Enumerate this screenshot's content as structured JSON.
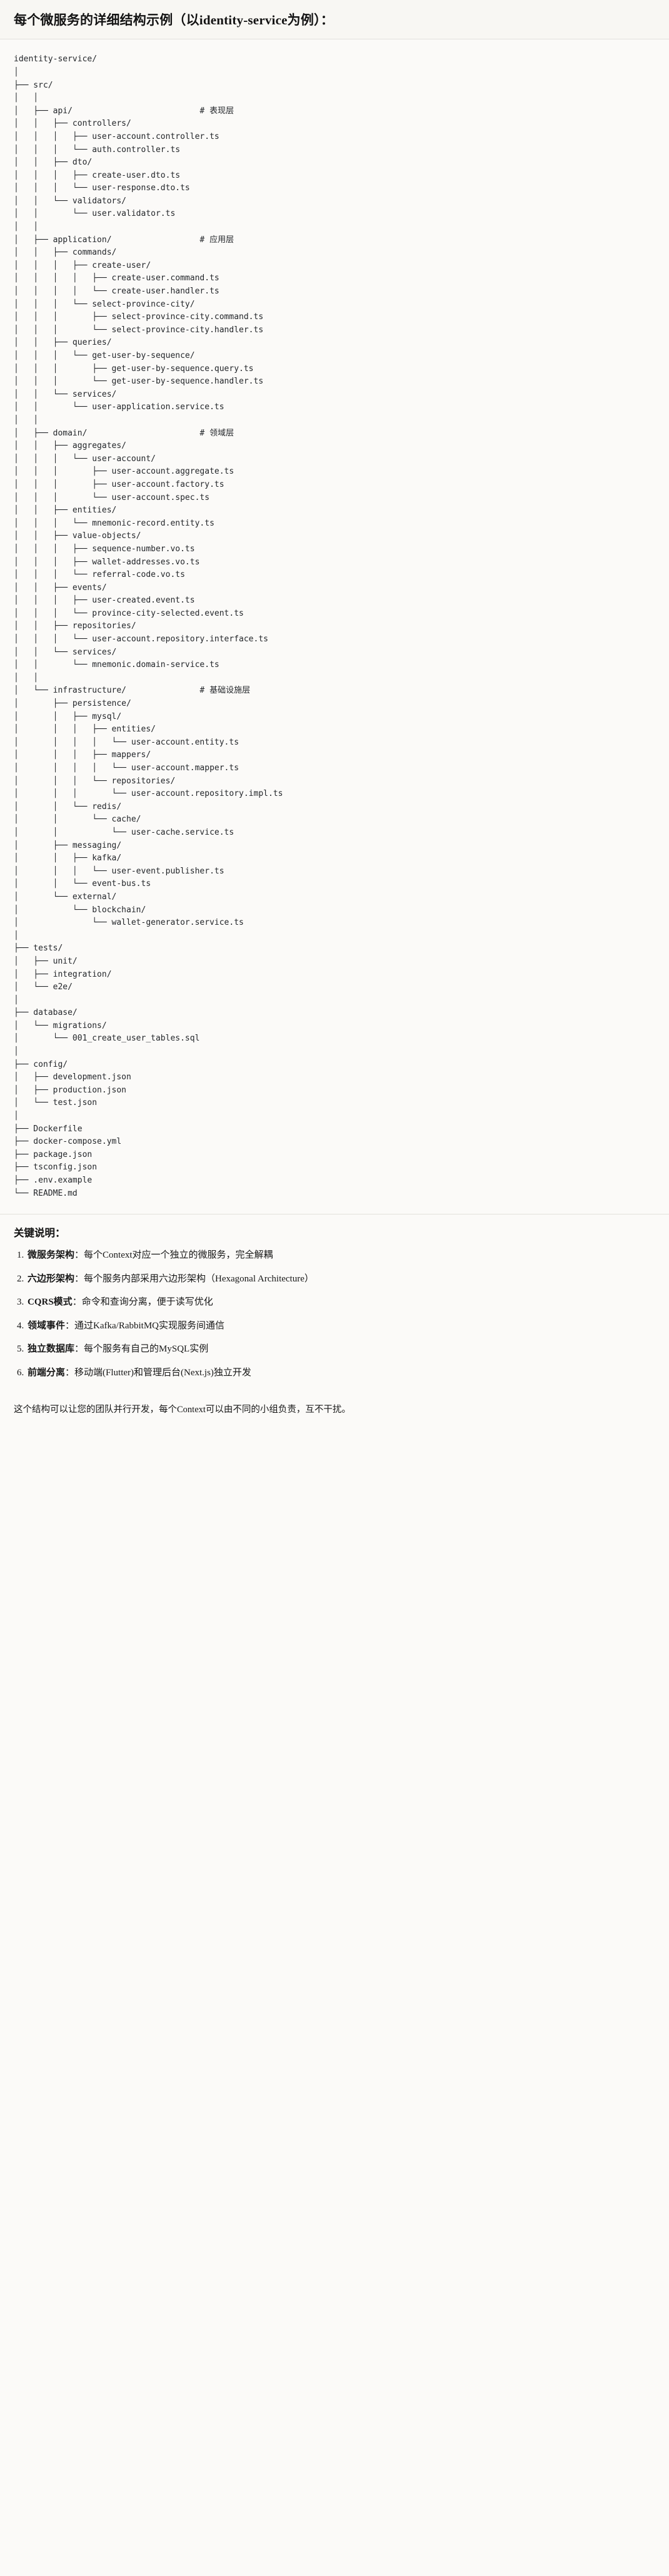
{
  "header": {
    "title": "每个微服务的详细结构示例（以identity-service为例）："
  },
  "tree": {
    "root_label": "identity-service/",
    "comments": {
      "api": "# 表现层",
      "application": "# 应用层",
      "domain": "# 领域层",
      "infrastructure": "# 基础设施层"
    },
    "text": "identity-service/\n│\n├── src/\n│   │\n│   ├── api/                          # 表现层\n│   │   ├── controllers/\n│   │   │   ├── user-account.controller.ts\n│   │   │   └── auth.controller.ts\n│   │   ├── dto/\n│   │   │   ├── create-user.dto.ts\n│   │   │   └── user-response.dto.ts\n│   │   └── validators/\n│   │       └── user.validator.ts\n│   │\n│   ├── application/                  # 应用层\n│   │   ├── commands/\n│   │   │   ├── create-user/\n│   │   │   │   ├── create-user.command.ts\n│   │   │   │   └── create-user.handler.ts\n│   │   │   └── select-province-city/\n│   │   │       ├── select-province-city.command.ts\n│   │   │       └── select-province-city.handler.ts\n│   │   ├── queries/\n│   │   │   └── get-user-by-sequence/\n│   │   │       ├── get-user-by-sequence.query.ts\n│   │   │       └── get-user-by-sequence.handler.ts\n│   │   └── services/\n│   │       └── user-application.service.ts\n│   │\n│   ├── domain/                       # 领域层\n│   │   ├── aggregates/\n│   │   │   └── user-account/\n│   │   │       ├── user-account.aggregate.ts\n│   │   │       ├── user-account.factory.ts\n│   │   │       └── user-account.spec.ts\n│   │   ├── entities/\n│   │   │   └── mnemonic-record.entity.ts\n│   │   ├── value-objects/\n│   │   │   ├── sequence-number.vo.ts\n│   │   │   ├── wallet-addresses.vo.ts\n│   │   │   └── referral-code.vo.ts\n│   │   ├── events/\n│   │   │   ├── user-created.event.ts\n│   │   │   └── province-city-selected.event.ts\n│   │   ├── repositories/\n│   │   │   └── user-account.repository.interface.ts\n│   │   └── services/\n│   │       └── mnemonic.domain-service.ts\n│   │\n│   └── infrastructure/               # 基础设施层\n│       ├── persistence/\n│       │   ├── mysql/\n│       │   │   ├── entities/\n│       │   │   │   └── user-account.entity.ts\n│       │   │   ├── mappers/\n│       │   │   │   └── user-account.mapper.ts\n│       │   │   └── repositories/\n│       │   │       └── user-account.repository.impl.ts\n│       │   └── redis/\n│       │       └── cache/\n│       │           └── user-cache.service.ts\n│       ├── messaging/\n│       │   ├── kafka/\n│       │   │   └── user-event.publisher.ts\n│       │   └── event-bus.ts\n│       └── external/\n│           └── blockchain/\n│               └── wallet-generator.service.ts\n│\n├── tests/\n│   ├── unit/\n│   ├── integration/\n│   └── e2e/\n│\n├── database/\n│   └── migrations/\n│       └── 001_create_user_tables.sql\n│\n├── config/\n│   ├── development.json\n│   ├── production.json\n│   └── test.json\n│\n├── Dockerfile\n├── docker-compose.yml\n├── package.json\n├── tsconfig.json\n├── .env.example\n└── README.md"
  },
  "notes": {
    "heading": "关键说明：",
    "items": [
      {
        "term": "微服务架构",
        "desc": "：每个Context对应一个独立的微服务，完全解耦"
      },
      {
        "term": "六边形架构",
        "desc": "：每个服务内部采用六边形架构（Hexagonal Architecture）"
      },
      {
        "term": "CQRS模式",
        "desc": "：命令和查询分离，便于读写优化"
      },
      {
        "term": "领域事件",
        "desc": "：通过Kafka/RabbitMQ实现服务间通信"
      },
      {
        "term": "独立数据库",
        "desc": "：每个服务有自己的MySQL实例"
      },
      {
        "term": "前端分离",
        "desc": "：移动端(Flutter)和管理后台(Next.js)独立开发"
      }
    ],
    "closing": "这个结构可以让您的团队并行开发，每个Context可以由不同的小组负责，互不干扰。"
  }
}
